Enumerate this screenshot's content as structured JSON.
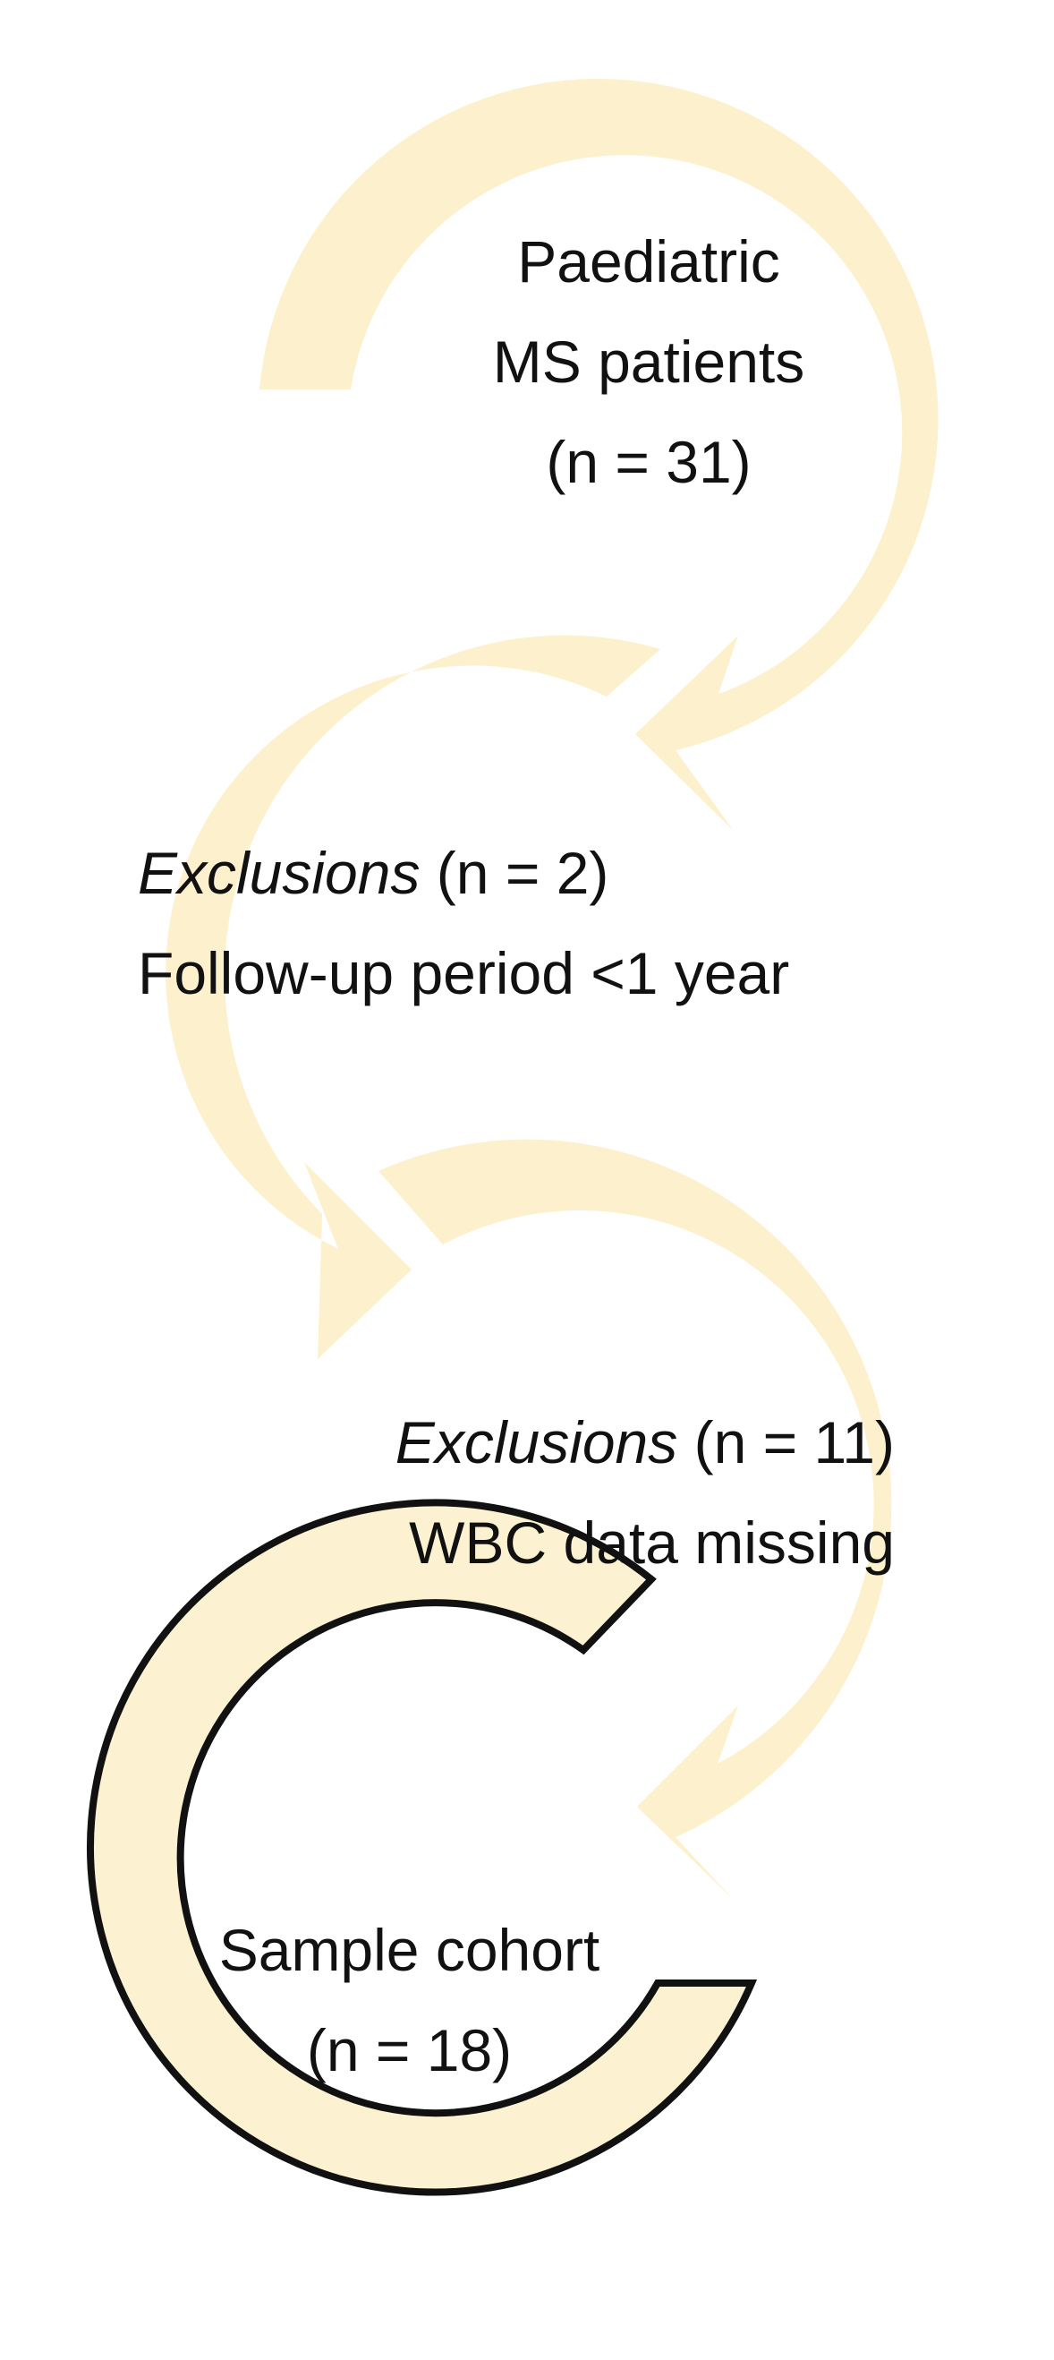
{
  "colors": {
    "arrow_fill": "#fdf0cc",
    "final_ring_fill": "#fcf1d1",
    "final_ring_stroke": "#111111",
    "text": "#111111"
  },
  "steps": [
    {
      "line1": "Paediatric",
      "line2": "MS patients",
      "line3": "(n = 31)"
    },
    {
      "line1_italic": "Exclusions",
      "line1_rest": " (n = 2)",
      "line2": "Follow-up period <1 year"
    },
    {
      "line1_italic": "Exclusions",
      "line1_rest": " (n = 11)",
      "line2": "WBC data missing"
    },
    {
      "line1": "Sample cohort",
      "line2": "(n = 18)"
    }
  ]
}
